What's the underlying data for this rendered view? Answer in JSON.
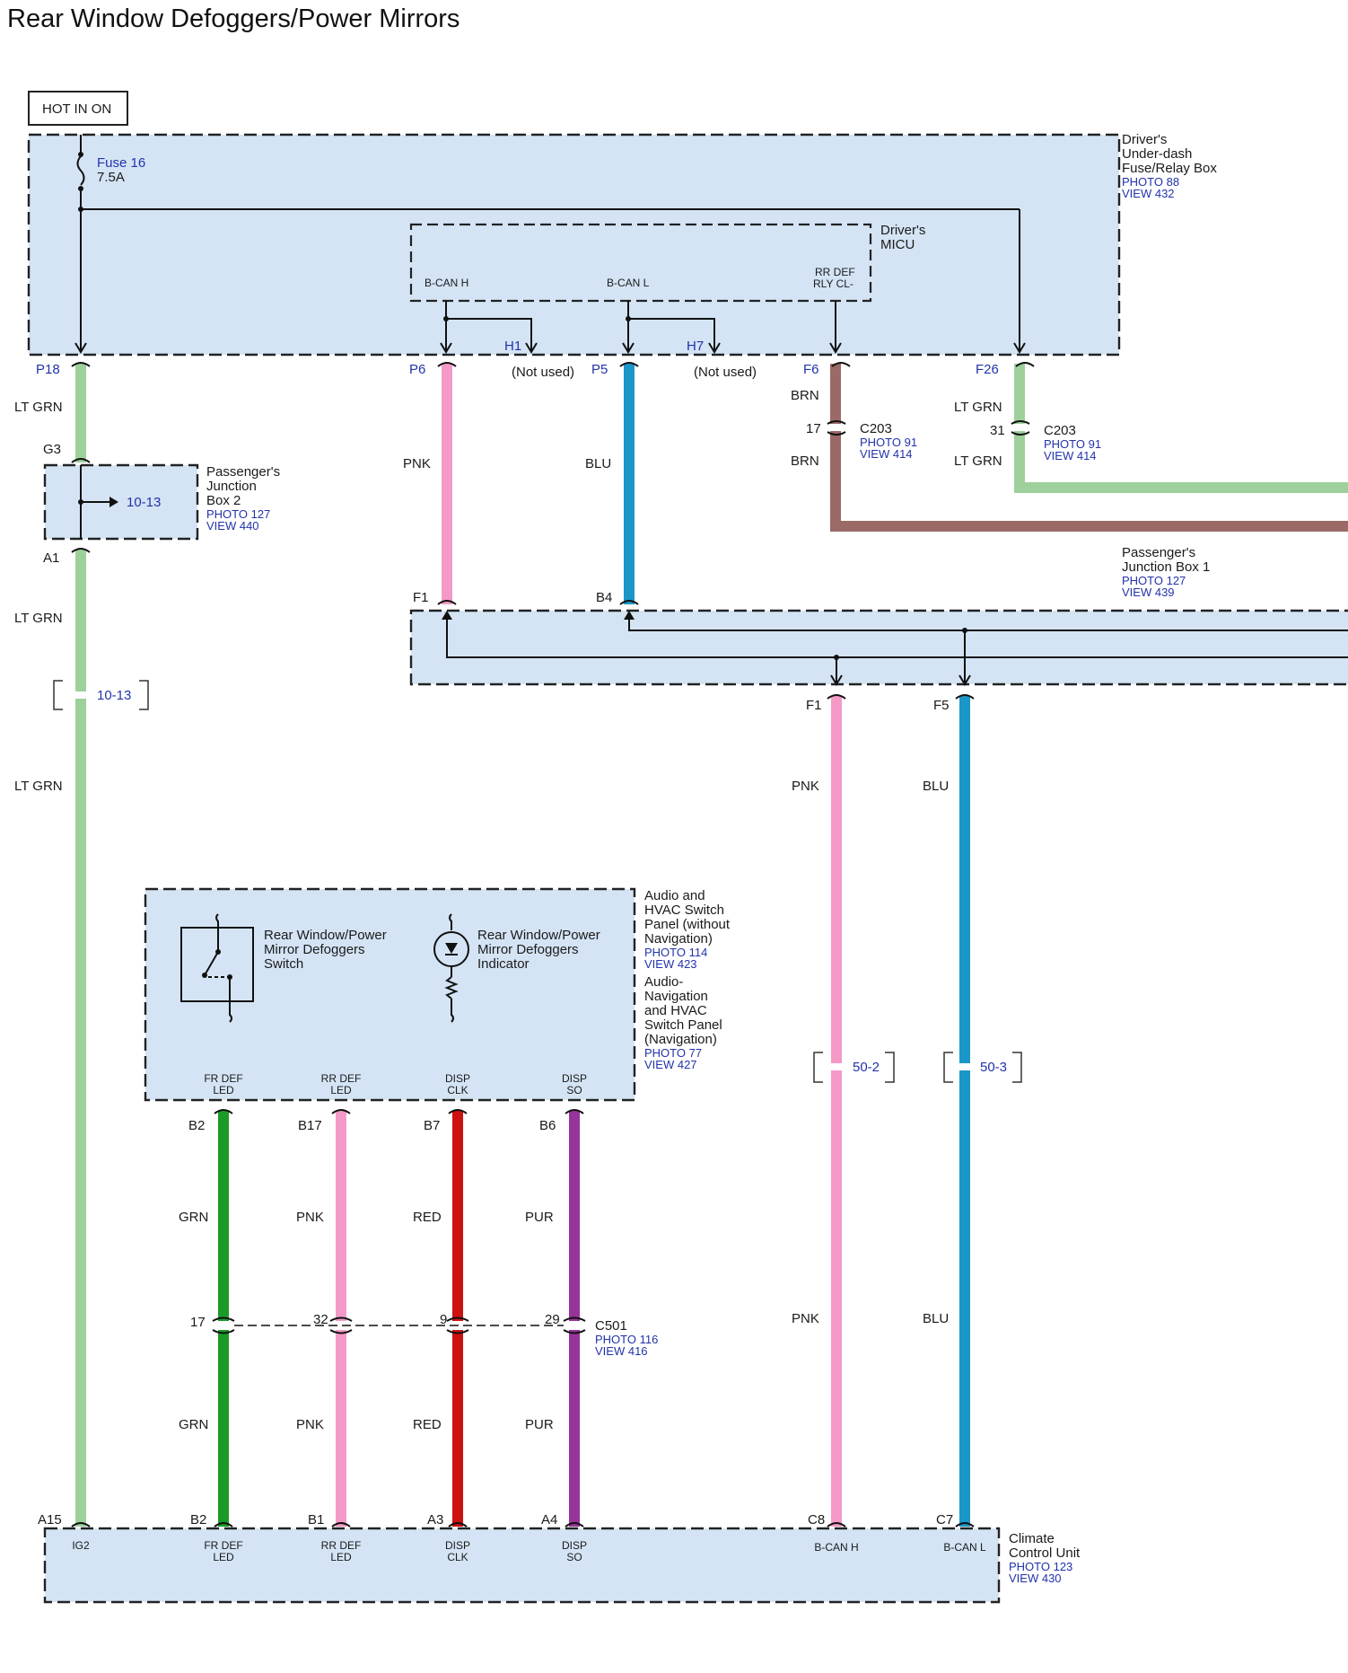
{
  "title": "Rear Window Defoggers/Power Mirrors",
  "hot_in_on": "HOT IN ON",
  "fuse": {
    "name": "Fuse 16",
    "rating": "7.5A"
  },
  "colors": {
    "box_fill": "#d4e4f5",
    "lt_grn": "#9dd09b",
    "pnk": "#f59ac8",
    "blu": "#1a96c8",
    "brn": "#9c6a66",
    "grn": "#1b9a28",
    "red": "#cc1111",
    "pur": "#983399",
    "ref_blue": "#2233aa"
  },
  "components": {
    "underdash": {
      "line1": "Driver's",
      "line2": "Under-dash",
      "line3": "Fuse/Relay Box",
      "photo": "PHOTO 88",
      "view": "VIEW 432"
    },
    "micu": {
      "line1": "Driver's",
      "line2": "MICU",
      "pin_bcanh": "B-CAN H",
      "pin_bcanl": "B-CAN L",
      "pin_rrdef1": "RR DEF",
      "pin_rrdef2": "RLY CL-"
    },
    "pjb2": {
      "line1": "Passenger's",
      "line2": "Junction",
      "line3": "Box 2",
      "photo": "PHOTO 127",
      "view": "VIEW 440",
      "ref": "10-13"
    },
    "pjb1": {
      "line1": "Passenger's",
      "line2": "Junction Box 1",
      "photo": "PHOTO 127",
      "view": "VIEW 439"
    },
    "audio": {
      "line1": "Audio and",
      "line2": "HVAC Switch",
      "line3": "Panel (without",
      "line4": "Navigation)",
      "photo": "PHOTO 114",
      "view": "VIEW 423",
      "nline1": "Audio-",
      "nline2": "Navigation",
      "nline3": "and HVAC",
      "nline4": "Switch Panel",
      "nline5": "(Navigation)",
      "nphoto": "PHOTO 77",
      "nview": "VIEW 427",
      "switch1": "Rear Window/Power",
      "switch2": "Mirror Defoggers",
      "switch3": "Switch",
      "ind1": "Rear Window/Power",
      "ind2": "Mirror Defoggers",
      "ind3": "Indicator",
      "pins": [
        {
          "l1": "FR DEF",
          "l2": "LED"
        },
        {
          "l1": "RR DEF",
          "l2": "LED"
        },
        {
          "l1": "DISP",
          "l2": "CLK"
        },
        {
          "l1": "DISP",
          "l2": "SO"
        }
      ]
    },
    "climate": {
      "line1": "Climate",
      "line2": "Control Unit",
      "photo": "PHOTO 123",
      "view": "VIEW 430",
      "pins": [
        {
          "l1": "IG2",
          "l2": ""
        },
        {
          "l1": "FR DEF",
          "l2": "LED"
        },
        {
          "l1": "RR DEF",
          "l2": "LED"
        },
        {
          "l1": "DISP",
          "l2": "CLK"
        },
        {
          "l1": "DISP",
          "l2": "SO"
        },
        {
          "l1": "B-CAN H",
          "l2": ""
        },
        {
          "l1": "B-CAN L",
          "l2": ""
        }
      ]
    }
  },
  "connectors": {
    "P18": "P18",
    "P6": "P6",
    "P5": "P5",
    "F6": "F6",
    "F26": "F26",
    "H1": "H1",
    "H7": "H7",
    "not_used": "(Not used)",
    "G3": "G3",
    "A1": "A1",
    "F1a": "F1",
    "B4": "B4",
    "F1b": "F1",
    "F5": "F5",
    "B2": "B2",
    "B17": "B17",
    "B7": "B7",
    "B6": "B6",
    "n17": "17",
    "n32": "32",
    "n9": "9",
    "n29": "29",
    "A15": "A15",
    "B2c": "B2",
    "B1": "B1",
    "A3": "A3",
    "A4": "A4",
    "C8": "C8",
    "C7": "C7",
    "c203_pin_brn": "17",
    "c203_pin_grn": "31",
    "c203": {
      "name": "C203",
      "photo": "PHOTO 91",
      "view": "VIEW 414"
    },
    "c501": {
      "name": "C501",
      "photo": "PHOTO 116",
      "view": "VIEW 416"
    }
  },
  "refs": {
    "r1013": "10-13",
    "r502": "50-2",
    "r503": "50-3"
  },
  "wire_labels": {
    "LT_GRN": "LT GRN",
    "PNK": "PNK",
    "BLU": "BLU",
    "BRN": "BRN",
    "GRN": "GRN",
    "RED": "RED",
    "PUR": "PUR"
  }
}
